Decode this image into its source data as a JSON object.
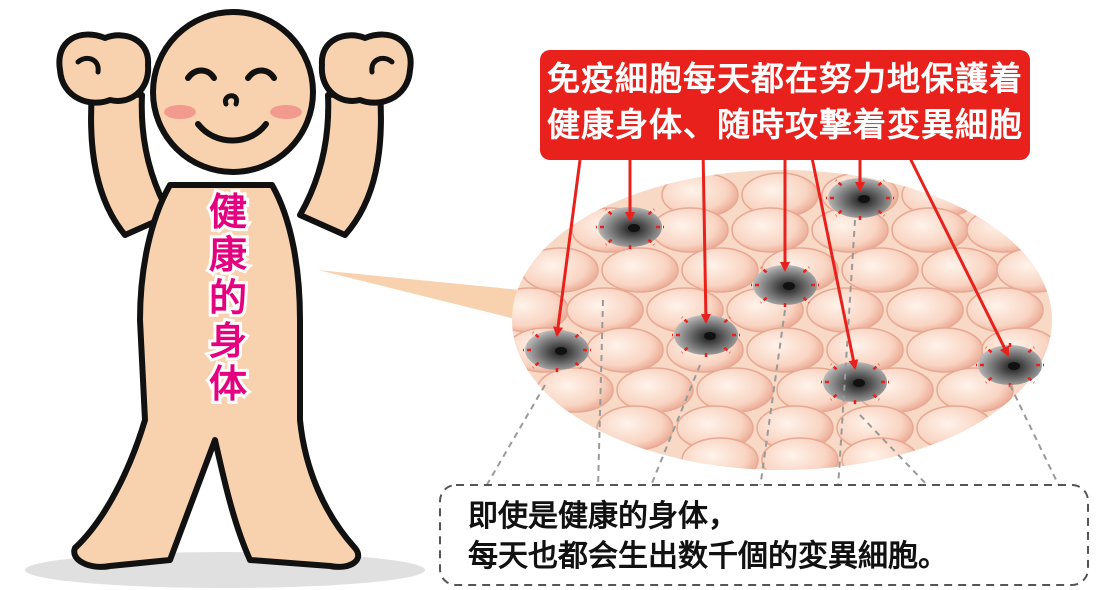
{
  "callout": {
    "line1": "免疫細胞每天都在努力地保護着",
    "line2": "健康身体、随時攻撃着変異細胞"
  },
  "body_label": {
    "chars": [
      "健",
      "康",
      "的",
      "身",
      "体"
    ]
  },
  "note": {
    "line1": "即使是健康的身体，",
    "line2": "每天也都会生出数千個的変異細胞。"
  },
  "colors": {
    "skin": "#f8d2ae",
    "outline": "#111111",
    "callout_red": "#e8211c",
    "label_magenta": "#e4007f",
    "cheek": "#f29a8e",
    "cell": "#f7cdb9",
    "cell_border": "#e8a892"
  }
}
